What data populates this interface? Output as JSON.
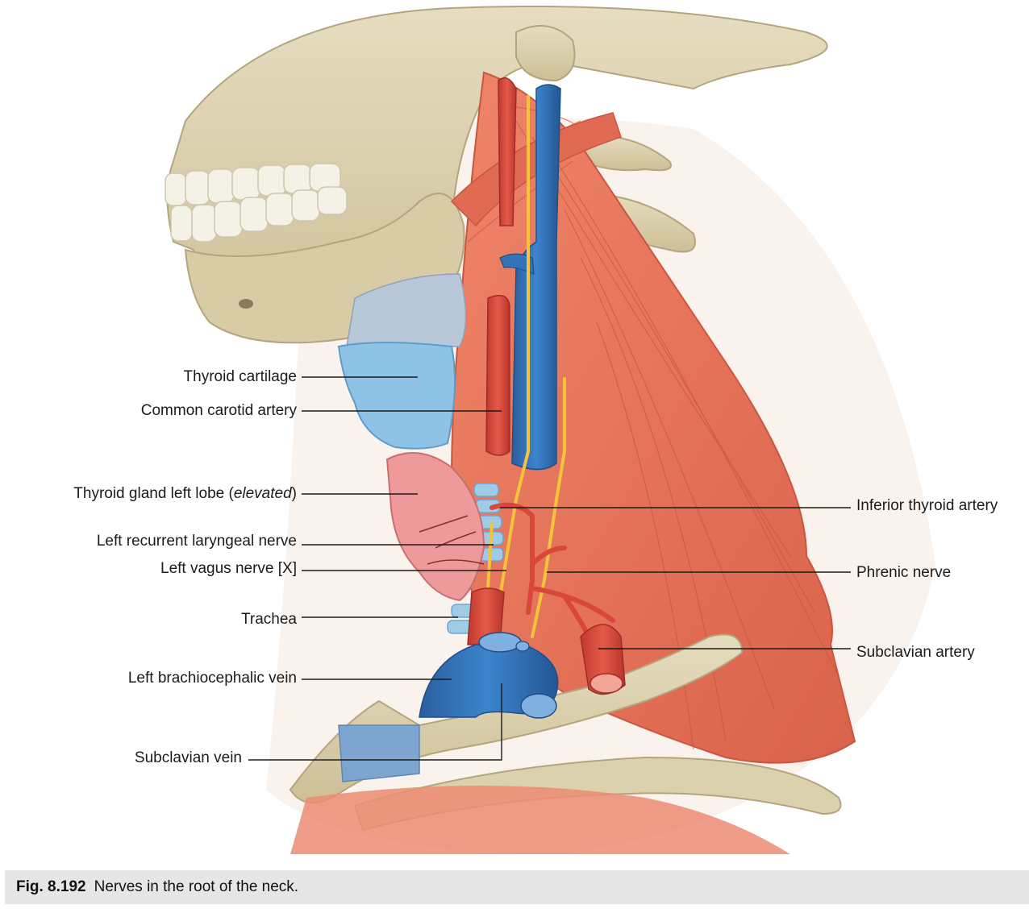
{
  "figure": {
    "number": "Fig. 8.192",
    "caption": "Nerves in the root of the neck."
  },
  "labels_left": {
    "thyroid_cartilage": "Thyroid cartilage",
    "common_carotid_artery": "Common carotid artery",
    "thyroid_gland_prefix": "Thyroid gland left lobe (",
    "thyroid_gland_italic": "elevated",
    "thyroid_gland_suffix": ")",
    "left_recurrent_laryngeal_nerve": "Left recurrent laryngeal nerve",
    "left_vagus_nerve": "Left vagus nerve [X]",
    "trachea": "Trachea",
    "left_brachiocephalic_vein": "Left brachiocephalic vein",
    "subclavian_vein": "Subclavian vein"
  },
  "labels_right": {
    "inferior_thyroid_artery": "Inferior thyroid artery",
    "phrenic_nerve": "Phrenic nerve",
    "subclavian_artery": "Subclavian artery"
  },
  "colors": {
    "bone": "#d9cfae",
    "muscle": "#e8735a",
    "artery": "#d9463a",
    "vein": "#2f6fb5",
    "nerve": "#f2c43c",
    "cartilage": "#8fc3e6",
    "thyroid": "#ee9a9a",
    "caption_bg": "#e6e6e6"
  }
}
